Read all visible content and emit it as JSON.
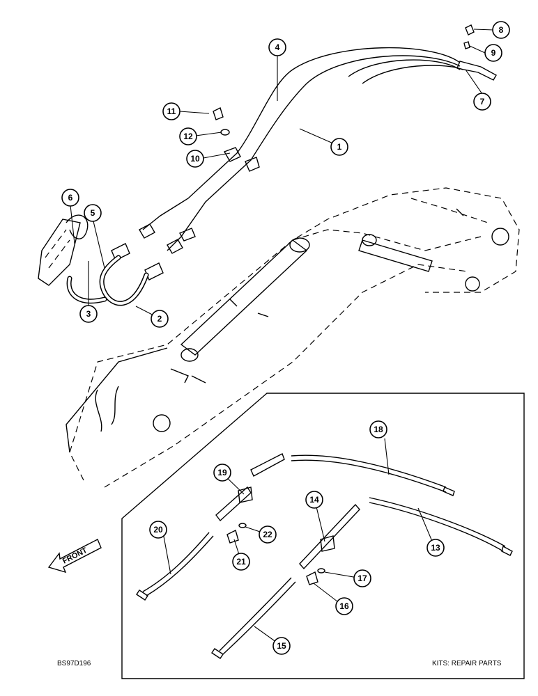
{
  "callouts": {
    "c1": "1",
    "c2": "2",
    "c3": "3",
    "c4": "4",
    "c5": "5",
    "c6": "6",
    "c7": "7",
    "c8": "8",
    "c9": "9",
    "c10": "10",
    "c11": "11",
    "c12": "12",
    "c13": "13",
    "c14": "14",
    "c15": "15",
    "c16": "16",
    "c17": "17",
    "c18": "18",
    "c19": "19",
    "c20": "20",
    "c21": "21",
    "c22": "22"
  },
  "labels": {
    "front": "FRONT",
    "kits_note": "KITS: REPAIR PARTS",
    "drawing_id": "BS97D196"
  }
}
